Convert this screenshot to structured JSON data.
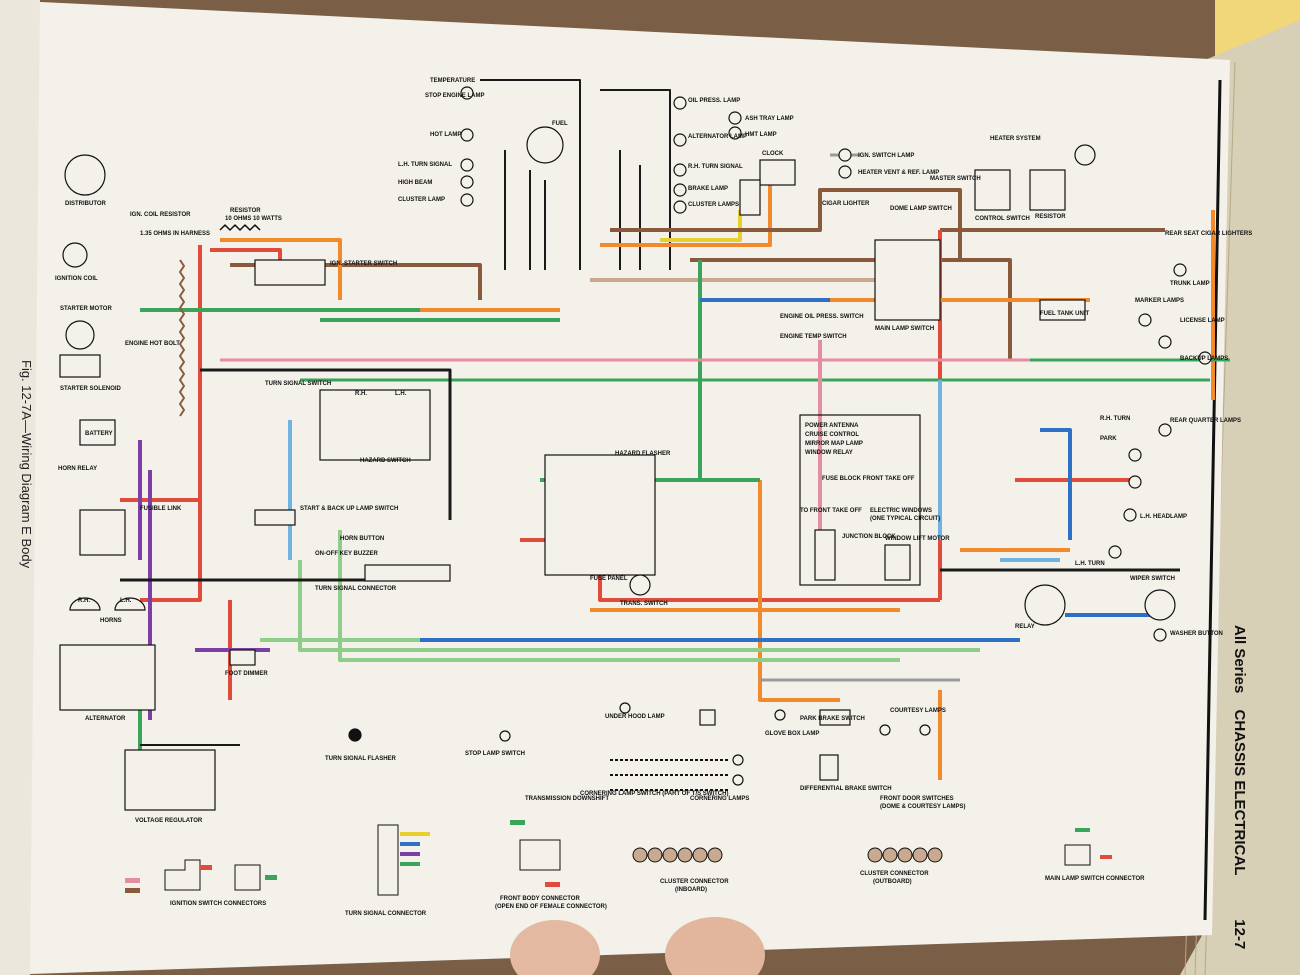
{
  "page": {
    "side_title": "Fig. 12-7A—Wiring Diagram E Body",
    "header_series": "All Series",
    "header_section": "CHASSIS ELECTRICAL",
    "header_page": "12-7"
  },
  "colors": {
    "page": "#f3f1ea",
    "wire_red": "#e04b3c",
    "wire_orange": "#f08a2c",
    "wire_green": "#3aa55a",
    "wire_lightgreen": "#8fce8a",
    "wire_blue": "#2f6fc6",
    "wire_lightblue": "#6fb3e0",
    "wire_brown": "#8a5a3c",
    "wire_tan": "#c9a98f",
    "wire_pink": "#e38da0",
    "wire_purple": "#7b3fa6",
    "wire_yellow": "#e8d02c",
    "wire_black": "#1a1a1a",
    "wire_gray": "#9a9a9a"
  },
  "labels": {
    "temperature": "TEMPERATURE",
    "stop_engine_lamp": "STOP ENGINE LAMP",
    "hot_lamp": "HOT LAMP",
    "lh_turn_signal": "L.H. TURN SIGNAL",
    "high_beam": "HIGH BEAM",
    "cluster_lamp": "CLUSTER LAMP",
    "fuel": "FUEL",
    "oil_press_lamp": "OIL PRESS. LAMP",
    "alternator_lamp": "ALTERNATOR LAMP",
    "rh_turn_signal": "R.H. TURN SIGNAL",
    "brake_lamp": "BRAKE LAMP",
    "cluster_lamps": "CLUSTER LAMPS",
    "ash_tray_lamp": "ASH TRAY LAMP",
    "hmt_lamp": "HMT LAMP",
    "clock": "CLOCK",
    "ign_switch_lamp": "IGN. SWITCH LAMP",
    "heater_vent_ref_lamp": "HEATER VENT & REF. LAMP",
    "master_switch": "MASTER SWITCH",
    "heater_system": "HEATER SYSTEM",
    "control_switch": "CONTROL SWITCH",
    "resistor": "RESISTOR",
    "cigar_lighter": "CIGAR LIGHTER",
    "dome_lamp_switch": "DOME LAMP SWITCH",
    "rear_seat_cigar_lighters": "REAR SEAT CIGAR LIGHTERS",
    "trunk_lamp": "TRUNK LAMP",
    "distributor": "DISTRIBUTOR",
    "ign_coil_resistor": "IGN. COIL RESISTOR",
    "resistor_watts": "10 OHMS 10 WATTS",
    "harness_note": "1.35 OHMS IN HARNESS",
    "ignition_coil": "IGNITION COIL",
    "ign_starter_switch": "IGN. STARTER SWITCH",
    "starter_motor": "STARTER MOTOR",
    "engine_hot_bolt": "ENGINE HOT BOLT",
    "starter_solenoid": "STARTER SOLENOID",
    "battery": "BATTERY",
    "horn_relay": "HORN RELAY",
    "fusible_link": "FUSIBLE LINK",
    "rh": "R.H.",
    "lh": "L.H.",
    "horns": "HORNS",
    "alternator": "ALTERNATOR",
    "voltage_regulator": "VOLTAGE REGULATOR",
    "turn_signal_switch": "TURN SIGNAL SWITCH",
    "hazard_switch": "HAZARD SWITCH",
    "start_backup_lamp_switch": "START & BACK UP LAMP SWITCH",
    "horn_button": "HORN BUTTON",
    "on_off_key_buzzer": "ON-OFF KEY BUZZER",
    "turn_signal_connector": "TURN SIGNAL CONNECTOR",
    "foot_dimmer": "FOOT DIMMER",
    "turn_signal_flasher": "TURN SIGNAL FLASHER",
    "stop_lamp_switch": "STOP LAMP SWITCH",
    "transmission_downshift": "TRANSMISSION DOWNSHIFT",
    "hazard_flasher": "HAZARD FLASHER",
    "fuse_panel": "FUSE PANEL",
    "trans_switch": "TRANS. SWITCH",
    "engine_oil_press_switch": "ENGINE OIL PRESS. SWITCH",
    "engine_temp_switch": "ENGINE TEMP SWITCH",
    "main_lamp_switch": "MAIN LAMP SWITCH",
    "power_antenna": "POWER ANTENNA",
    "cruise_control": "CRUISE CONTROL",
    "mirror_map_lamp": "MIRROR MAP LAMP",
    "window_relay": "WINDOW RELAY",
    "fuse_block_front_take_off": "FUSE BLOCK FRONT TAKE OFF",
    "electric_windows": "ELECTRIC WINDOWS",
    "one_typical_circuit": "(ONE TYPICAL CIRCUIT)",
    "to_front_take_off": "TO FRONT TAKE OFF",
    "junction_block": "JUNCTION BLOCK",
    "window_lift_motor": "WINDOW LIFT MOTOR",
    "fuel_tank_unit": "FUEL TANK UNIT",
    "marker_lamps": "MARKER LAMPS",
    "license_lamp": "LICENSE LAMP",
    "backup_lamps": "BACKUP LAMPS",
    "rh_turn": "R.H. TURN",
    "park": "PARK",
    "rear_quarter_lamps": "REAR QUARTER LAMPS",
    "lh_headlamp": "L.H. HEADLAMP",
    "lh_turn": "L.H. TURN",
    "wiper_switch": "WIPER SWITCH",
    "relay": "RELAY",
    "washer_button": "WASHER BUTTON",
    "under_hood_lamp": "UNDER HOOD LAMP",
    "cornering_lamp_switch": "CORNERING LAMP SWITCH (PART OF T/S SWITCH)",
    "cornering_lamps": "CORNERING LAMPS",
    "glove_box_lamp": "GLOVE BOX LAMP",
    "park_brake_switch": "PARK BRAKE SWITCH",
    "differential_brake_switch": "DIFFERENTIAL BRAKE SWITCH",
    "courtesy_lamps": "COURTESY LAMPS",
    "front_door_switches": "FRONT DOOR SWITCHES",
    "dome_courtesy_lamps": "(DOME & COURTESY LAMPS)",
    "ignition_switch_connectors": "IGNITION SWITCH CONNECTORS",
    "turn_signal_connector_bottom": "TURN SIGNAL CONNECTOR",
    "front_body_connector": "FRONT BODY CONNECTOR",
    "female_end_note": "(OPEN END OF FEMALE CONNECTOR)",
    "cluster_connector_inboard": "CLUSTER CONNECTOR",
    "inboard": "(INBOARD)",
    "cluster_connector_outboard": "CLUSTER CONNECTOR",
    "outboard": "(OUTBOARD)",
    "main_lamp_switch_connector": "MAIN LAMP SWITCH CONNECTOR"
  }
}
